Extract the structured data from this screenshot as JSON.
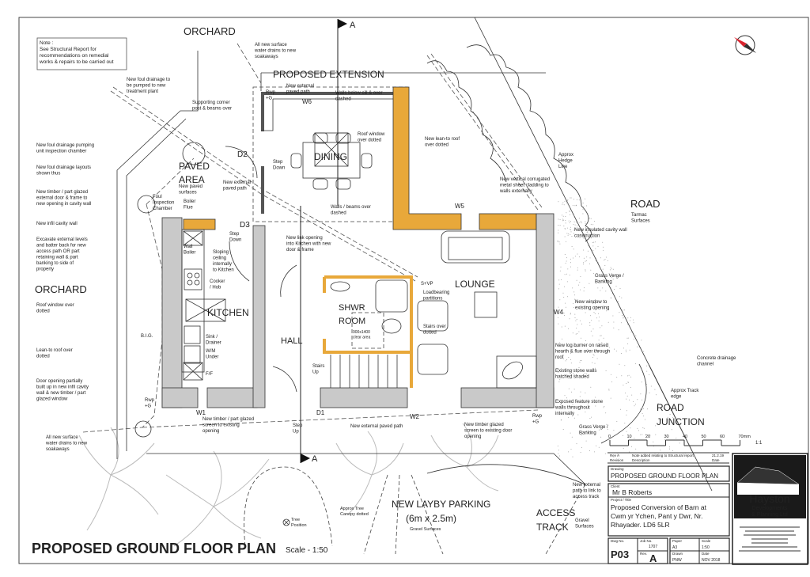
{
  "drawing": {
    "title": "PROPOSED GROUND FLOOR PLAN",
    "scale_label": "Scale - 1:50",
    "section_marker": "A",
    "accent_red": "#d9232e",
    "new_wall_color": "#e8a83a",
    "existing_wall_color": "#c9c9c9",
    "north_icon": "compass-north-arrow-icon"
  },
  "note": [
    "Note :",
    "See Structural Report for",
    "recommendations on remedial",
    "works & repairs to be carried out"
  ],
  "scale_bar": {
    "ticks": [
      "0",
      "10",
      "20",
      "30",
      "40",
      "50",
      "60",
      "70mm"
    ],
    "ratio": "1:1"
  },
  "annotations": {
    "orchard_top": [
      "ORCHARD"
    ],
    "orchard_left": [
      "ORCHARD"
    ],
    "surface_drains_top": [
      "All new surface",
      "water drains to new",
      "soakaways"
    ],
    "proposed_extension": [
      "PROPOSED EXTENSION"
    ],
    "foul_pumped": [
      "New foul drainage to",
      "be pumped to new",
      "treatment plant"
    ],
    "corner_post": [
      "Supporting corner",
      "post & beams over"
    ],
    "ext_paved_path_top": [
      "New external",
      "paved path"
    ],
    "walls_below_cill": [
      "Walls below cill & over",
      "dashed"
    ],
    "w6": [
      "W6"
    ],
    "roof_window_dining": [
      "Roof window",
      "over dotted"
    ],
    "lean_to_roof": [
      "New lean-to roof",
      "over dotted"
    ],
    "d2": [
      "D2"
    ],
    "step_down_1": [
      "Step",
      "Down"
    ],
    "dining": [
      "DINING"
    ],
    "paved_area": [
      "PAVED",
      "AREA"
    ],
    "paved_surfaces": [
      "New paved",
      "surfaces"
    ],
    "ext_paved_path_mid": [
      "New external",
      "paved path"
    ],
    "hedge": [
      "Approx",
      "Hedge",
      "Line"
    ],
    "corrugated": [
      "New vertical corrugated",
      "metal sheet cladding to",
      "walls externally"
    ],
    "foul_chamber": [
      "Foul",
      "Inspection",
      "Chamber"
    ],
    "boiler_flue": [
      "Boiler",
      "Flue"
    ],
    "walls_beams": [
      "Walls / beams over",
      "dashed"
    ],
    "w5": [
      "W5"
    ],
    "road": [
      "ROAD"
    ],
    "tarmac": [
      "Tarmac",
      "Surfaces"
    ],
    "d3": [
      "D3"
    ],
    "step_down_2": [
      "Step",
      "Down"
    ],
    "link_opening": [
      "New link opening",
      "into Kitchen with new",
      "door & frame"
    ],
    "insulated_wall": [
      "New insulated cavity wall",
      "construction"
    ],
    "wall_boiler": [
      "Wall",
      "Boiler"
    ],
    "sloping_ceiling": [
      "Sloping",
      "ceiling",
      "internally",
      "to Kitchen"
    ],
    "grass_verge_1": [
      "Grass Verge /",
      "Banking"
    ],
    "svp": [
      "S+VP"
    ],
    "lounge": [
      "LOUNGE"
    ],
    "loadbearing": [
      "Loadbearing",
      "partitions"
    ],
    "cooker": [
      "Cooker",
      "/ Hob"
    ],
    "new_window": [
      "New window to",
      "existing opening"
    ],
    "w4": [
      "W4"
    ],
    "kitchen": [
      "KITCHEN"
    ],
    "shwr_room": [
      "SHWR",
      "ROOM"
    ],
    "hall": [
      "HALL"
    ],
    "stairs_over": [
      "Stairs over",
      "dotted"
    ],
    "clear_area": [
      "900x1400",
      "clear area"
    ],
    "sink": [
      "Sink /",
      "Drainer"
    ],
    "wm": [
      "W/M",
      "Under"
    ],
    "ff": [
      "F/F"
    ],
    "big": [
      "B.I.G."
    ],
    "log_burner": [
      "New log burner on raised",
      "hearth & flue over through",
      "roof"
    ],
    "stone_walls": [
      "Existing stone walls",
      "hatched shaded"
    ],
    "stairs_up": [
      "Stairs",
      "Up"
    ],
    "drainage_channel": [
      "Concrete drainage",
      "channel"
    ],
    "track_edge": [
      "Approx Track",
      "edge"
    ],
    "feature_walls": [
      "Exposed feature stone",
      "walls throughout",
      "internally"
    ],
    "road_junction": [
      "ROAD",
      "JUNCTION"
    ],
    "rwp_right": [
      "Rwp",
      "+G"
    ],
    "rwp_left": [
      "Rwp",
      "+G"
    ],
    "rwp_top": [
      "Rwp",
      "+G"
    ],
    "grass_verge_2": [
      "Grass Verge /",
      "Banking"
    ],
    "w1": [
      "W1"
    ],
    "d1": [
      "D1"
    ],
    "w2": [
      "W2"
    ],
    "timber_screen_left": [
      "New timber / part glazed",
      "screen to existing",
      "opening"
    ],
    "paved_path_bottom": [
      "New external paved path"
    ],
    "timber_screen_right": [
      "New timber glazed",
      "screen to existing door",
      "opening"
    ],
    "step_up": [
      "Step",
      "Up"
    ],
    "surface_drains_left": [
      "All new surface",
      "water drains to new",
      "soakaways"
    ],
    "pumping_unit": [
      "New foul drainage pumping",
      "unit inspection chamber"
    ],
    "foul_layouts": [
      "New foul drainage layouts",
      "shown thus"
    ],
    "timber_door": [
      "New timber / part glazed",
      "external door & frame to",
      "new opening in cavity wall"
    ],
    "infill_wall": [
      "New infil cavity wall"
    ],
    "excavate": [
      "Excavate external levels",
      "and batter back for new",
      "access path OR part",
      "retaining wall & part",
      "banking to side of",
      "property"
    ],
    "roof_window_left": [
      "Roof window over",
      "dotted"
    ],
    "lean_to_left": [
      "Lean-to roof over",
      "dotted"
    ],
    "door_opening": [
      "Door opening partially",
      "built up in new infil cavity",
      "wall & new timber / part",
      "glazed window"
    ],
    "layby": [
      "NEW LAYBY PARKING"
    ],
    "layby_size": [
      "(6m x 2.5m)"
    ],
    "layby_gravel": [
      "Gravel Surfaces"
    ],
    "tree_canopy": [
      "Approx Tree",
      "Canopy dotted"
    ],
    "tree_position": [
      "Tree",
      "Position"
    ],
    "access_track": [
      "ACCESS",
      "TRACK"
    ],
    "access_gravel": [
      "Gravel",
      "Surfaces"
    ],
    "path_link": [
      "New external",
      "path to link to",
      "access track"
    ]
  },
  "title_block": {
    "revision": {
      "rev": "Rev A",
      "rev_caption": "Revision",
      "description": "Note added relating to Structural report",
      "description_caption": "Description",
      "date": "21.2.19",
      "date_caption": "Date"
    },
    "drawing_caption": "Drawing",
    "drawing": "PROPOSED GROUND FLOOR PLAN",
    "client_caption": "Client",
    "client": "Mr B Roberts",
    "project_caption": "Project / Title",
    "project": [
      "Proposed Conversion of Barn at",
      "Cwm yr Ychen, Pant y Dwr, Nr.",
      "Rhayader. LD6 5LR"
    ],
    "dwg_no_caption": "Dwg No.",
    "dwg_no": "P03",
    "job_no_caption": "Job No.",
    "job_no": "1707",
    "rev_caption": "Rev.",
    "rev": "A",
    "paper_caption": "Paper",
    "paper": "A3",
    "scale_caption": "Scale",
    "scale": "1:50",
    "drawn_caption": "Drawn",
    "drawn": "PNW",
    "date_caption": "Date",
    "date": "NOV 2018",
    "company": {
      "name": "Hayston",
      "line2": "Developments",
      "line3": "& Planning Ltd"
    }
  }
}
